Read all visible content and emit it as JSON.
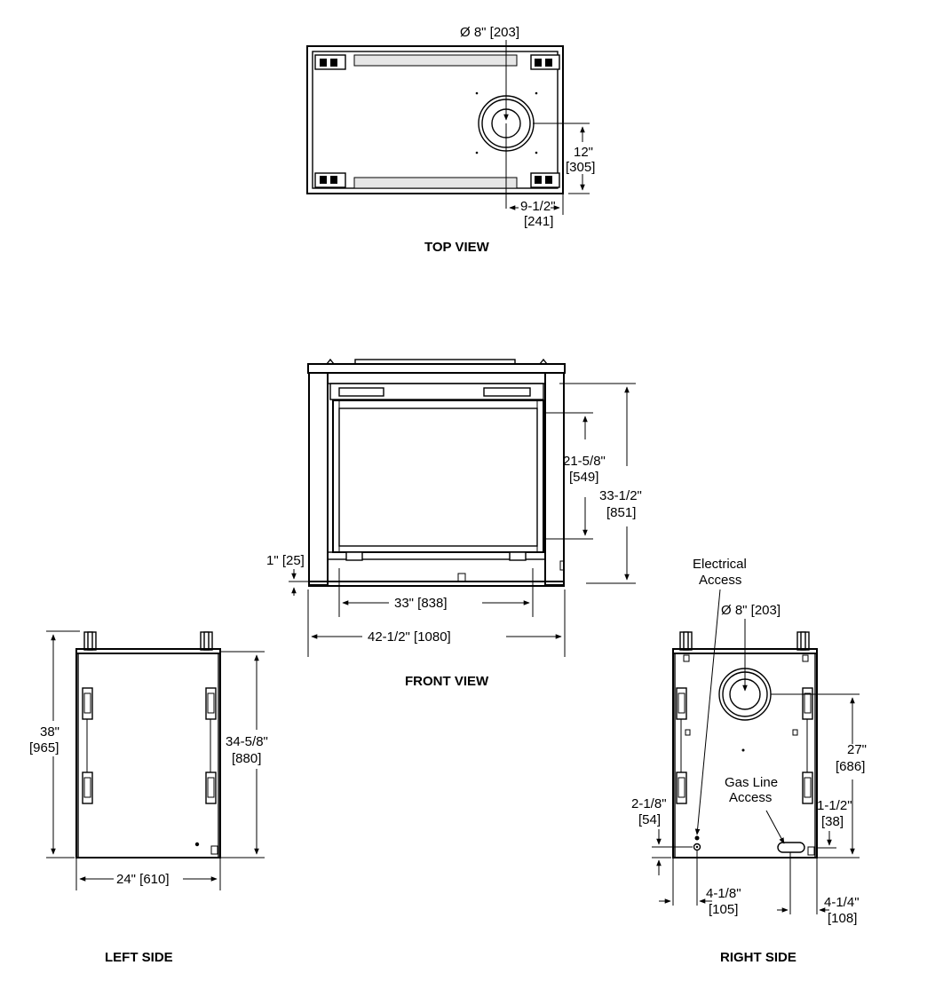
{
  "titles": {
    "top": "TOP VIEW",
    "front": "FRONT VIEW",
    "left": "LEFT SIDE",
    "right": "RIGHT SIDE"
  },
  "top_view": {
    "flue_diameter": "Ø 8\" [203]",
    "depth_in": "12\"",
    "depth_mm": "[305]",
    "offset_in": "9-1/2\"",
    "offset_mm": "[241]"
  },
  "front_view": {
    "glass_height_in": "21-5/8\"",
    "glass_height_mm": "[549]",
    "overall_height_in": "33-1/2\"",
    "overall_height_mm": "[851]",
    "base_offset": "1\" [25]",
    "glass_width": "33\" [838]",
    "overall_width": "42-1/2\" [1080]"
  },
  "left_side": {
    "overall_height_in": "38\"",
    "overall_height_mm": "[965]",
    "body_height_in": "34-5/8\"",
    "body_height_mm": "[880]",
    "depth": "24\" [610]"
  },
  "right_side": {
    "electrical_line1": "Electrical",
    "electrical_line2": "Access",
    "flue_diameter": "Ø 8\" [203]",
    "flue_height_in": "27\"",
    "flue_height_mm": "[686]",
    "gas_line1": "Gas Line",
    "gas_line2": "Access",
    "elec_height_in": "2-1/8\"",
    "elec_height_mm": "[54]",
    "gas_height_in": "1-1/2\"",
    "gas_height_mm": "[38]",
    "elec_offset_in": "4-1/8\"",
    "elec_offset_mm": "[105]",
    "gas_offset_in": "4-1/4\"",
    "gas_offset_mm": "[108]"
  }
}
